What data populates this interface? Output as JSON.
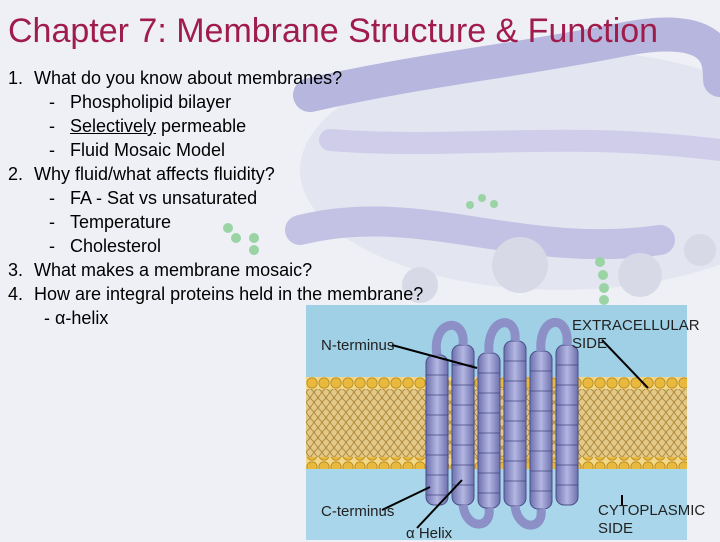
{
  "title": "Chapter 7:  Membrane Structure & Function",
  "outline": {
    "q1": {
      "num": "1.",
      "text": "What do you know about membranes?"
    },
    "q1_bullets": [
      {
        "dash": "-",
        "text": "Phospholipid bilayer"
      },
      {
        "dash": "-",
        "under": "Selectively",
        "rest": " permeable"
      },
      {
        "dash": "-",
        "text": "Fluid Mosaic Model"
      }
    ],
    "q2": {
      "num": "2.",
      "text": "Why fluid/what affects fluidity?"
    },
    "q2_bullets": [
      {
        "dash": "-",
        "text": "FA - Sat vs unsaturated"
      },
      {
        "dash": "-",
        "text": "Temperature"
      },
      {
        "dash": "-",
        "text": "Cholesterol"
      }
    ],
    "q3": {
      "num": "3.",
      "text": "What makes a membrane mosaic?"
    },
    "q4": {
      "num": "4.",
      "text": "How are integral proteins held in the membrane?"
    },
    "q4_sub": "- α-helix"
  },
  "figure": {
    "n_terminus": "N-terminus",
    "c_terminus": "C-terminus",
    "alpha_helix": "α Helix",
    "extracellular_line1": "EXTRACELLULAR",
    "extracellular_line2": "SIDE",
    "cytoplasmic_line1": "CYTOPLASMIC",
    "cytoplasmic_line2": "SIDE"
  },
  "colors": {
    "title": "#a01d4b",
    "water": "#9fd0e6",
    "lipid_head": "#e8b93c",
    "lipid_tail": "#c9a34a",
    "helix": "#8c90c6",
    "background_tube": "#b7b6de"
  }
}
